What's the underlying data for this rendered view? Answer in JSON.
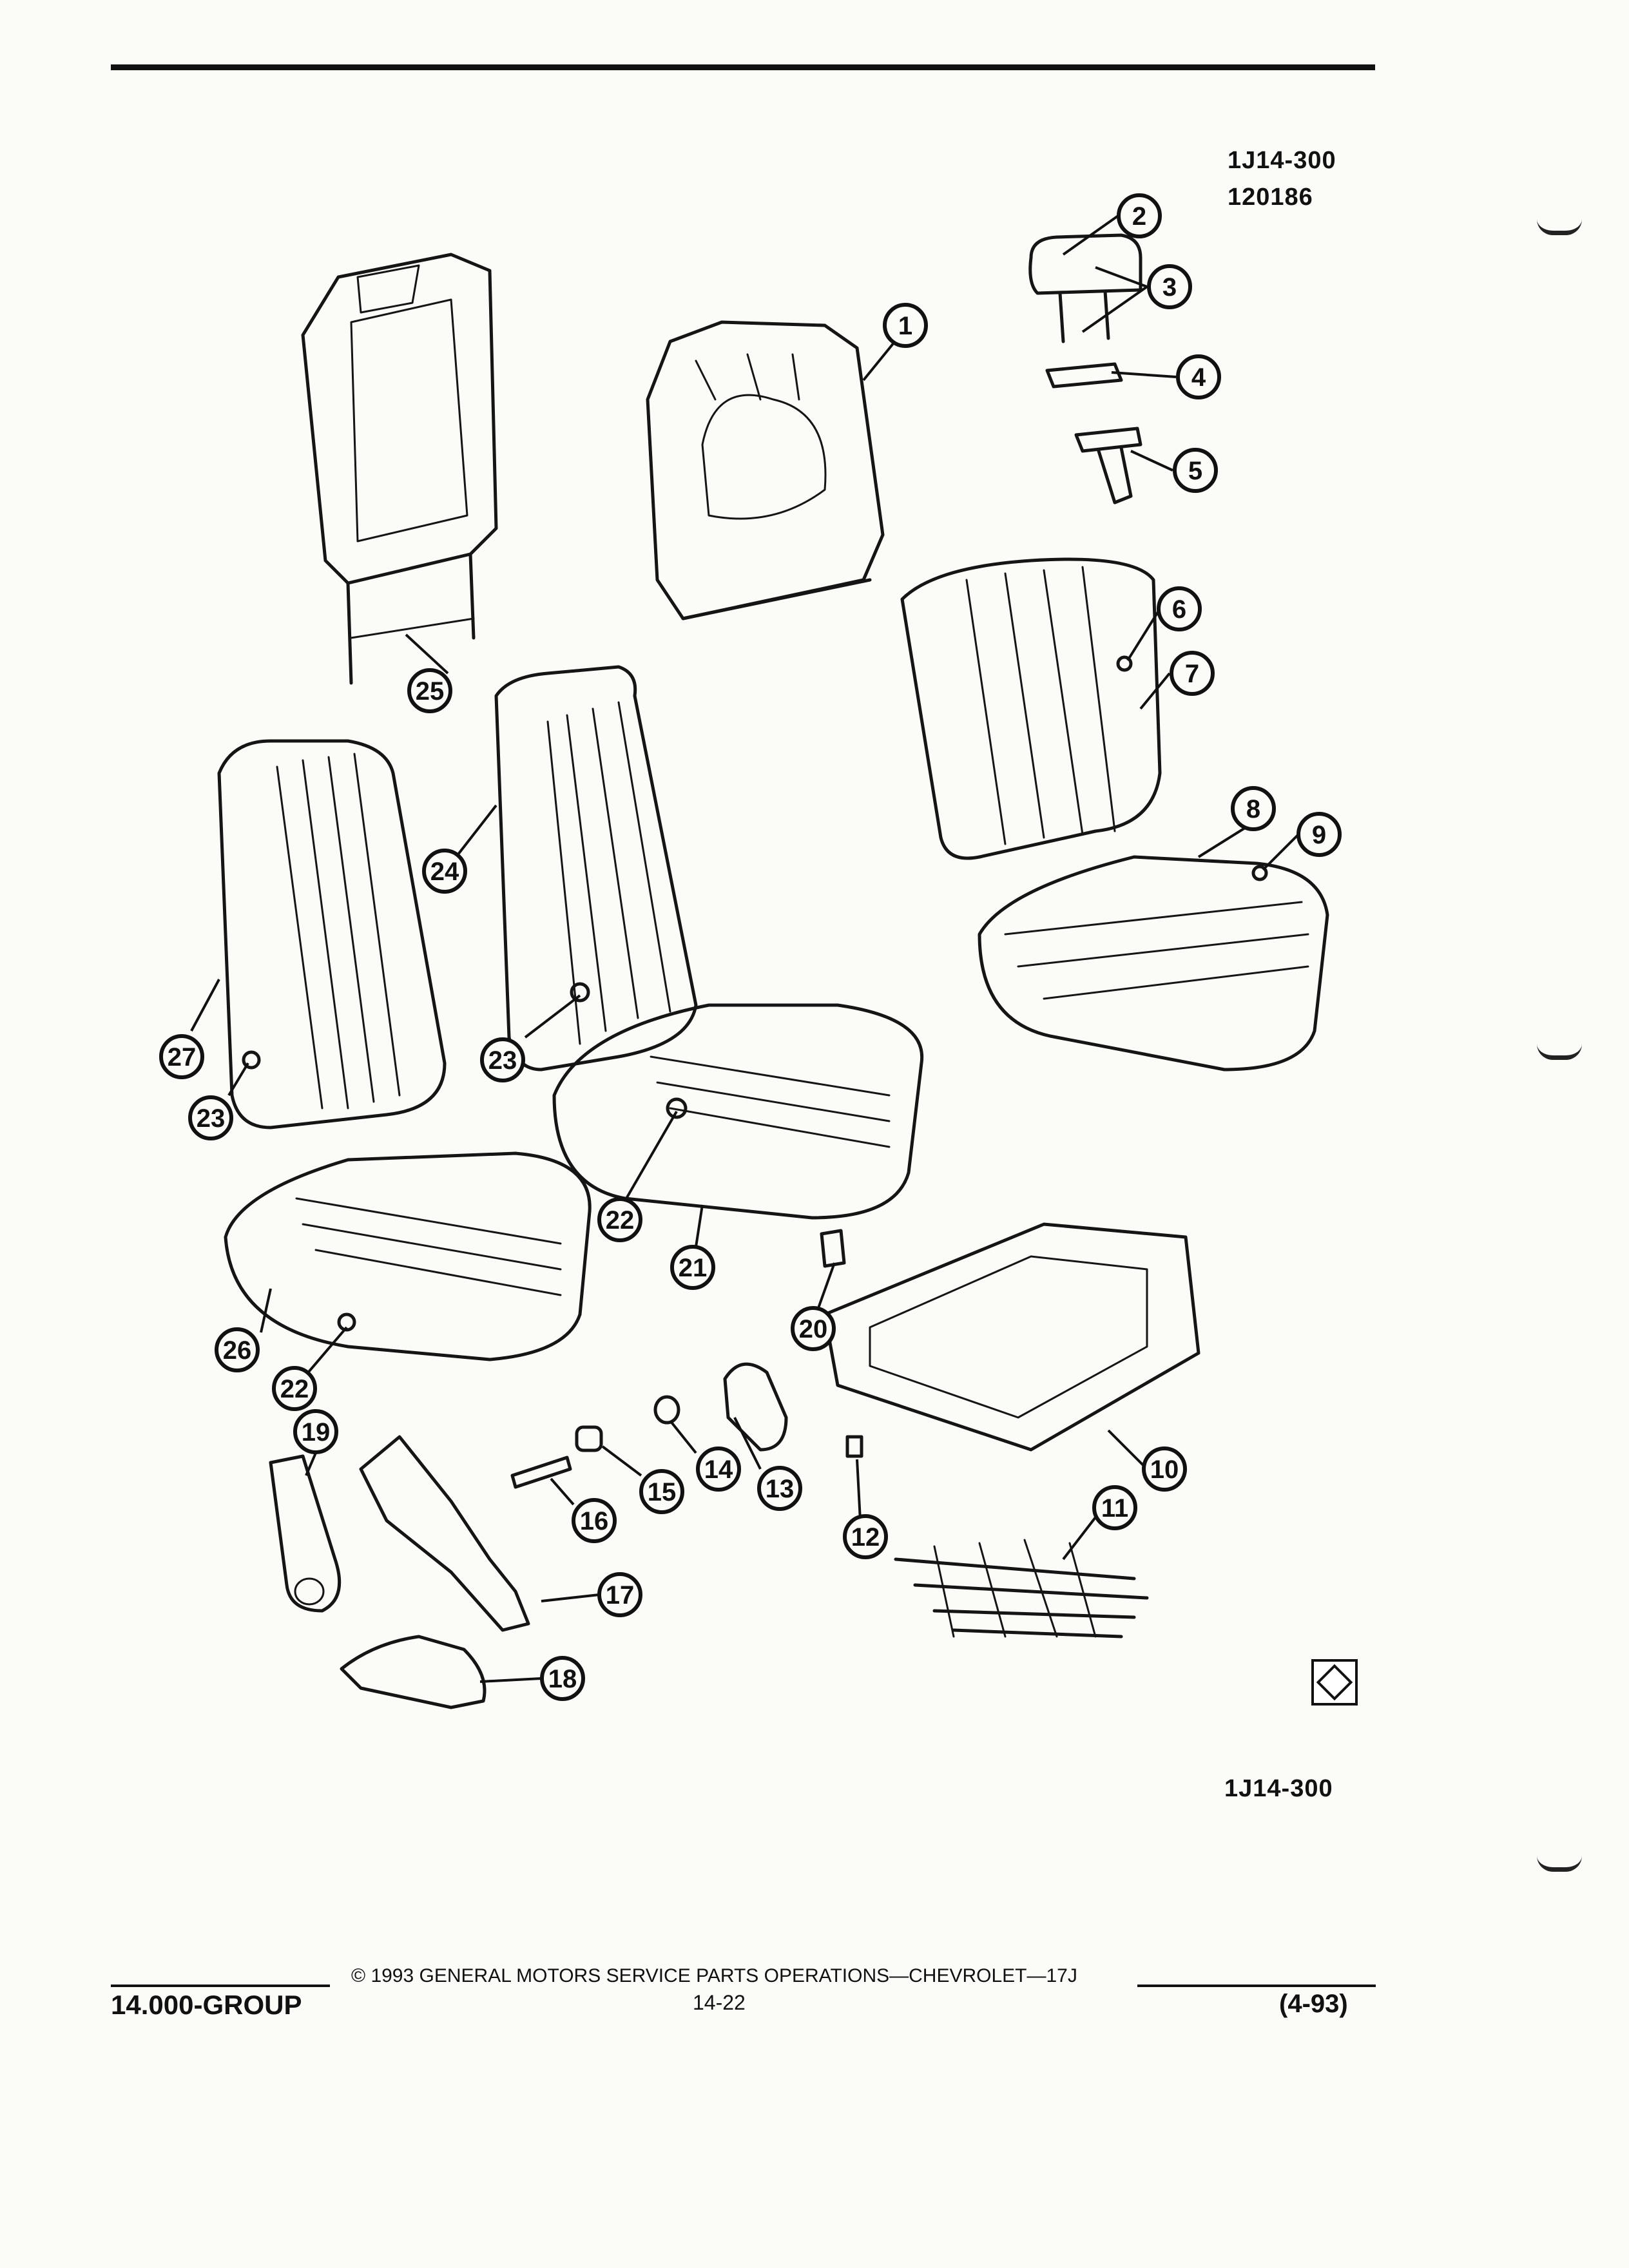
{
  "header": {
    "figure_code": "1J14-300",
    "illustration_number": "120186"
  },
  "figure_code_bottom": "1J14-300",
  "callouts": [
    "1",
    "2",
    "3",
    "4",
    "5",
    "6",
    "7",
    "8",
    "9",
    "10",
    "11",
    "12",
    "13",
    "14",
    "15",
    "16",
    "17",
    "18",
    "19",
    "20",
    "21",
    "22",
    "23",
    "24",
    "25",
    "26",
    "27"
  ],
  "footer": {
    "copyright": "© 1993 GENERAL MOTORS SERVICE PARTS OPERATIONS—CHEVROLET—17J",
    "group": "14.000-GROUP",
    "page": "14-22",
    "revision": "(4-93)"
  }
}
